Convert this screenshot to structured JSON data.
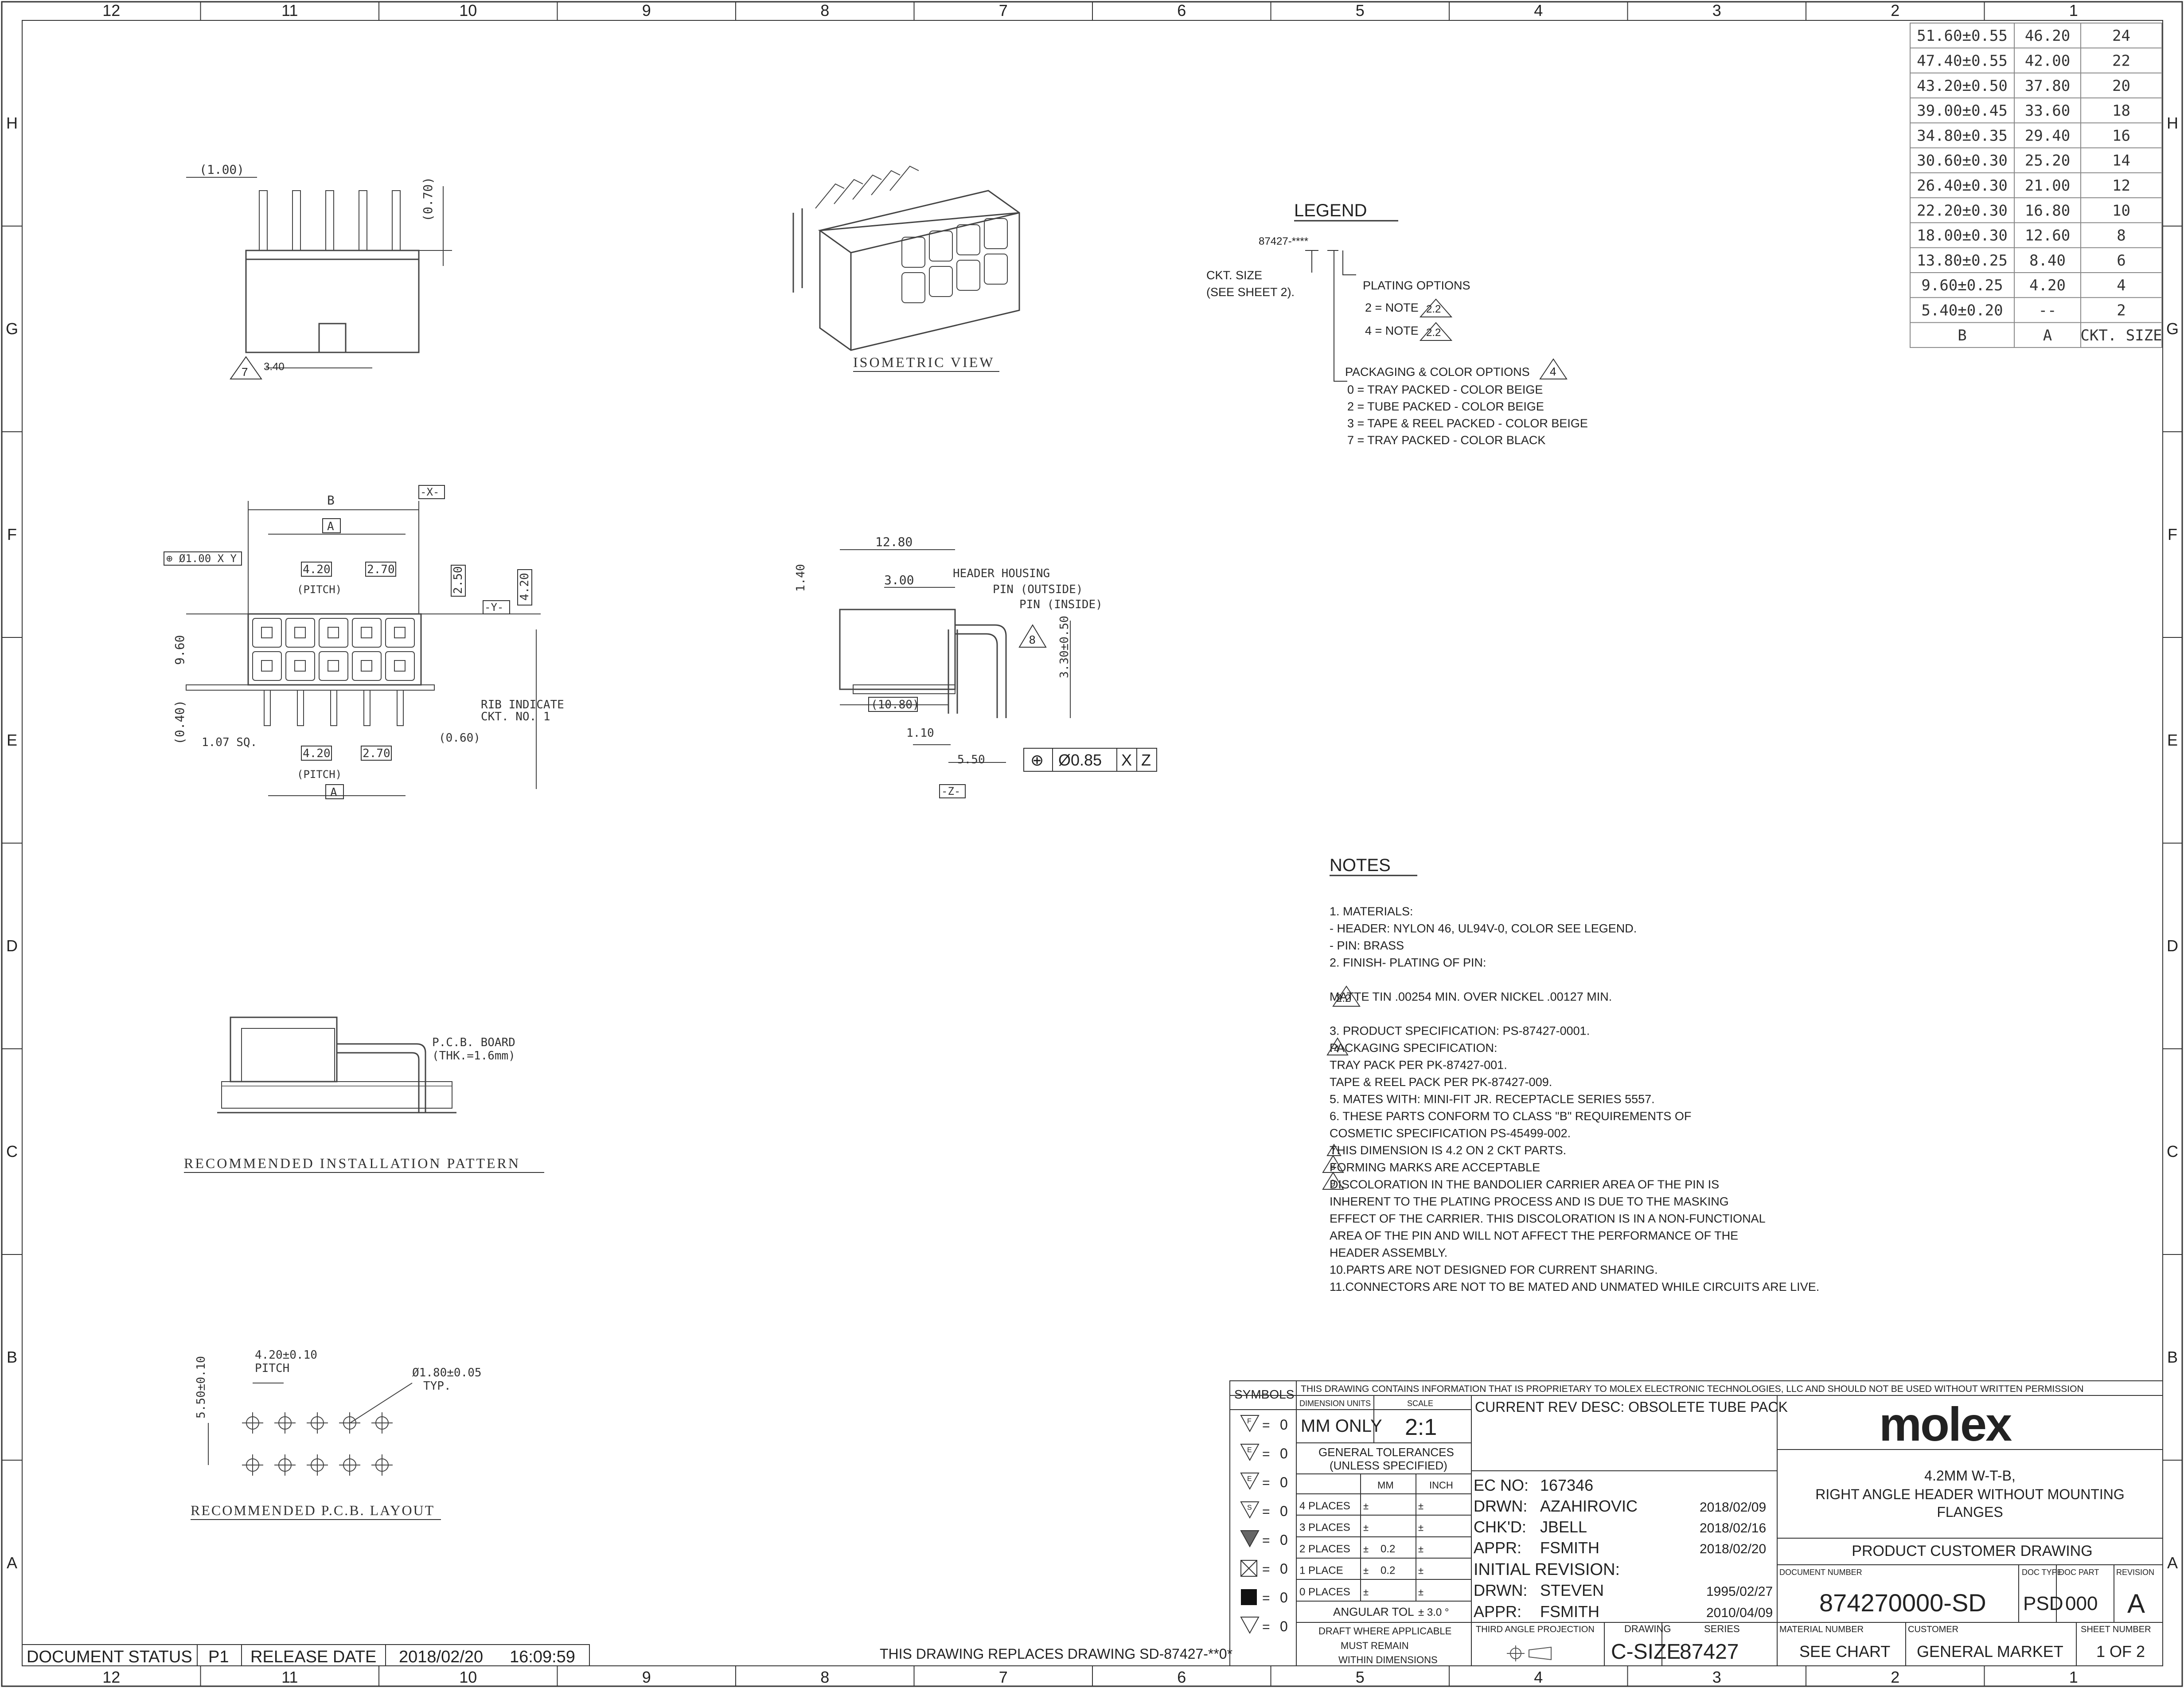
{
  "frame": {
    "columns": [
      "12",
      "11",
      "10",
      "9",
      "8",
      "7",
      "6",
      "5",
      "4",
      "3",
      "2",
      "1"
    ],
    "rows": [
      "H",
      "G",
      "F",
      "E",
      "D",
      "C",
      "B",
      "A"
    ]
  },
  "ckt_table": {
    "headers": [
      "B",
      "A",
      "CKT. SIZE"
    ],
    "rows": [
      [
        "51.60±0.55",
        "46.20",
        "24"
      ],
      [
        "47.40±0.55",
        "42.00",
        "22"
      ],
      [
        "43.20±0.50",
        "37.80",
        "20"
      ],
      [
        "39.00±0.45",
        "33.60",
        "18"
      ],
      [
        "34.80±0.35",
        "29.40",
        "16"
      ],
      [
        "30.60±0.30",
        "25.20",
        "14"
      ],
      [
        "26.40±0.30",
        "21.00",
        "12"
      ],
      [
        "22.20±0.30",
        "16.80",
        "10"
      ],
      [
        "18.00±0.30",
        "12.60",
        "8"
      ],
      [
        "13.80±0.25",
        "8.40",
        "6"
      ],
      [
        "9.60±0.25",
        "4.20",
        "4"
      ],
      [
        "5.40±0.20",
        "--",
        "2"
      ]
    ]
  },
  "views": {
    "isometric_title": "ISOMETRIC VIEW",
    "install_title": "RECOMMENDED INSTALLATION PATTERN",
    "pcb_title": "RECOMMENDED P.C.B. LAYOUT",
    "pcb_board": "P.C.B. BOARD",
    "pcb_thk": "(THK.=1.6mm)"
  },
  "top_view": {
    "pitch_dim": "(1.00)",
    "pin_dim": "(0.70)",
    "note7": "7",
    "dim_340": "3.40"
  },
  "front_view": {
    "B": "B",
    "A": "A",
    "X": "-X-",
    "Y": "-Y-",
    "tol": "⊕ Ø1.00 X Y",
    "pitch1": "4.20",
    "pitch_label": "(PITCH)",
    "d270": "2.70",
    "d250": "2.50",
    "d420": "4.20",
    "d960": "9.60",
    "d040": "(0.40)",
    "d107": "1.07 SQ.",
    "d060": "(0.60)",
    "rib1": "RIB INDICATE",
    "rib2": "CKT. NO. 1"
  },
  "side_view": {
    "d1280": "12.80",
    "d300": "3.00",
    "d140": "1.40",
    "header_housing": "HEADER HOUSING",
    "pin_outside": "PIN (OUTSIDE)",
    "pin_inside": "PIN (INSIDE)",
    "note8": "8",
    "d330": "3.30±0.50",
    "d1080": "(10.80)",
    "d110": "1.10",
    "d550": "5.50",
    "Z": "-Z-",
    "gdt_sym": "⊕",
    "gdt_val": "Ø0.85",
    "gdt_x": "X",
    "gdt_z": "Z"
  },
  "pcb_layout": {
    "pitch": "4.20±0.10",
    "pitch_label": "PITCH",
    "row": "5.50±0.10",
    "hole": "Ø1.80±0.05",
    "typ": "TYP."
  },
  "legend": {
    "title": "LEGEND",
    "part": "87427-****",
    "ckt1": "CKT. SIZE",
    "ckt2": "(SEE SHEET 2).",
    "plating": "PLATING OPTIONS",
    "p2": "2 = NOTE",
    "p4": "4 = NOTE",
    "note22": "2.2",
    "packaging": "PACKAGING & COLOR OPTIONS",
    "note4": "4",
    "opts": [
      "0 = TRAY PACKED - COLOR BEIGE",
      "2 = TUBE PACKED - COLOR BEIGE",
      "3 = TAPE & REEL PACKED - COLOR BEIGE",
      "7 = TRAY PACKED - COLOR BLACK"
    ]
  },
  "notes": {
    "title": "NOTES",
    "lines": [
      "1.  MATERIALS:",
      "   - HEADER: NYLON 46, UL94V-0, COLOR SEE LEGEND.",
      "   - PIN: BRASS",
      "2.  FINISH- PLATING OF PIN:",
      "",
      "      MATTE TIN .00254 MIN. OVER NICKEL .00127 MIN.",
      "",
      "3.  PRODUCT SPECIFICATION:  PS-87427-0001.",
      "     PACKAGING SPECIFICATION:",
      "    TRAY PACK PER PK-87427-001.",
      "    TAPE & REEL PACK PER PK-87427-009.",
      "5.  MATES WITH:  MINI-FIT JR. RECEPTACLE SERIES 5557.",
      "6.  THESE PARTS CONFORM TO CLASS \"B\" REQUIREMENTS OF",
      "    COSMETIC SPECIFICATION PS-45499-002.",
      "   THIS DIMENSION IS 4.2 ON 2 CKT PARTS.",
      "     FORMING MARKS ARE ACCEPTABLE",
      "     DISCOLORATION IN THE BANDOLIER CARRIER AREA OF THE PIN IS",
      "    INHERENT TO THE PLATING PROCESS AND IS DUE TO THE MASKING",
      "    EFFECT OF THE CARRIER.  THIS DISCOLORATION IS IN A NON-FUNCTIONAL",
      "    AREA OF THE PIN AND WILL NOT AFFECT THE PERFORMANCE OF THE",
      "    HEADER ASSEMBLY.",
      "10.PARTS ARE NOT DESIGNED FOR CURRENT SHARING.",
      "11.CONNECTORS ARE NOT TO BE MATED AND UNMATED WHILE CIRCUITS ARE LIVE."
    ],
    "tri22": "2.2",
    "tri4": "4",
    "tri7": "7",
    "tri8": "8",
    "tri9": "9"
  },
  "title_block": {
    "proprietary": "THIS DRAWING CONTAINS INFORMATION THAT IS PROPRIETARY TO MOLEX ELECTRONIC TECHNOLOGIES, LLC AND SHOULD NOT BE USED WITHOUT WRITTEN PERMISSION",
    "symbols": "SYMBOLS",
    "sym_rows": [
      "F",
      "E",
      "E",
      "S",
      "",
      "",
      "",
      ""
    ],
    "sym_eq": "=",
    "sym_zero": "0",
    "dim_units": "DIMENSION UNITS",
    "scale": "SCALE",
    "mm_only": "MM ONLY",
    "scale_val": "2:1",
    "rev_desc": "CURRENT REV DESC: OBSOLETE TUBE PACK",
    "gen_tol1": "GENERAL TOLERANCES",
    "gen_tol2": "(UNLESS SPECIFIED)",
    "mm": "MM",
    "inch": "INCH",
    "places": [
      "4 PLACES",
      "3 PLACES",
      "2 PLACES",
      "1 PLACE",
      "0 PLACES"
    ],
    "place_mm": [
      "",
      "",
      "0.2",
      "0.2",
      ""
    ],
    "pm": "±",
    "angular": "ANGULAR TOL",
    "angular_val": "± 3.0 °",
    "draft1": "DRAFT WHERE APPLICABLE",
    "draft2": "MUST REMAIN",
    "draft3": "WITHIN DIMENSIONS",
    "ec_label": "EC NO:",
    "ec_no": "167346",
    "drwn_label": "DRWN:",
    "drwn": "AZAHIROVIC",
    "drwn_date": "2018/02/09",
    "chkd_label": "CHK'D:",
    "chkd": "JBELL",
    "chkd_date": "2018/02/16",
    "appr_label": "APPR:",
    "appr": "FSMITH",
    "appr_date": "2018/02/20",
    "initial_rev": "INITIAL REVISION:",
    "i_drwn": "STEVEN",
    "i_drwn_date": "1995/02/27",
    "i_appr": "FSMITH",
    "i_appr_date": "2010/04/09",
    "third_angle": "THIRD ANGLE PROJECTION",
    "drawing_lbl": "DRAWING",
    "drawing": "C-SIZE",
    "series_lbl": "SERIES",
    "series": "87427",
    "logo": "molex",
    "desc1": "4.2MM W-T-B,",
    "desc2": "RIGHT ANGLE HEADER WITHOUT MOUNTING",
    "desc3": "FLANGES",
    "product_customer": "PRODUCT CUSTOMER DRAWING",
    "doc_num_lbl": "DOCUMENT NUMBER",
    "doc_type_lbl": "DOC TYPE",
    "doc_part_lbl": "DOC PART",
    "revision_lbl": "REVISION",
    "doc_num": "874270000-SD",
    "doc_type": "PSD",
    "doc_part": "000",
    "revision": "A",
    "material_lbl": "MATERIAL NUMBER",
    "customer_lbl": "CUSTOMER",
    "sheet_lbl": "SHEET NUMBER",
    "material": "SEE CHART",
    "customer": "GENERAL MARKET",
    "sheet": "1 OF 2"
  },
  "status_bar": {
    "doc_status": "DOCUMENT STATUS",
    "p1": "P1",
    "release": "RELEASE DATE",
    "date": "2018/02/20",
    "time": "16:09:59",
    "replaces": "THIS DRAWING REPLACES DRAWING SD-87427-**0*"
  }
}
